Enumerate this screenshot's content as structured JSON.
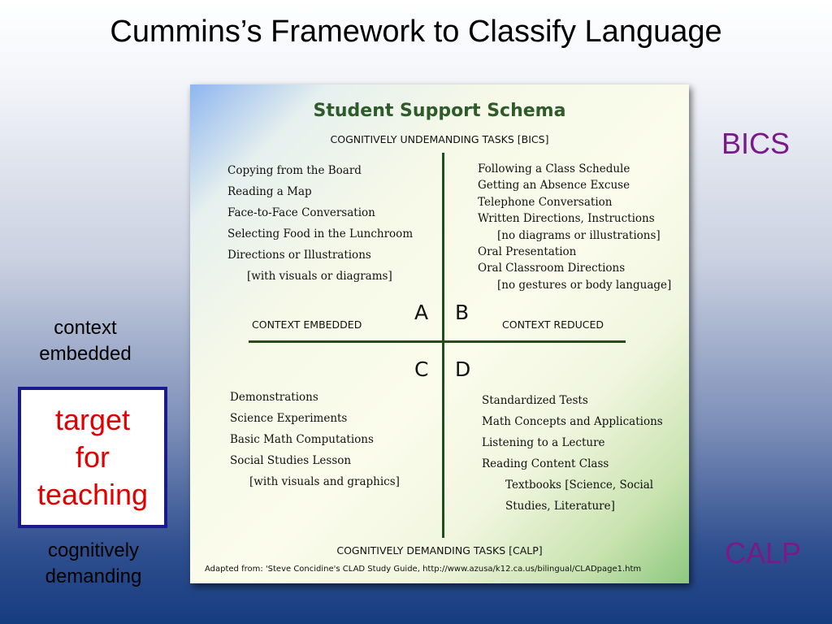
{
  "slide": {
    "title": "Cummins’s Framework to Classify Language",
    "bics_label": "BICS",
    "calp_label": "CALP",
    "context_embedded": [
      "context",
      "embedded"
    ],
    "cognitively_demanding": [
      "cognitively",
      "demanding"
    ],
    "target_box": [
      "target",
      "for",
      "teaching"
    ],
    "colors": {
      "side_labels": "#7a1a8a",
      "target_text": "#e00000",
      "target_border": "#1a1a8c"
    }
  },
  "schema": {
    "title": "Student Support Schema",
    "top_caption": "COGNITIVELY UNDEMANDING TASKS [BICS]",
    "bottom_caption": "COGNITIVELY DEMANDING TASKS [CALP]",
    "left_caption": "CONTEXT EMBEDDED",
    "right_caption": "CONTEXT REDUCED",
    "credit": "Adapted from: 'Steve Concidine's CLAD Study Guide, http://www.azusa/k12.ca.us/bilingual/CLADpage1.htm",
    "quadrant_letters": {
      "a": "A",
      "b": "B",
      "c": "C",
      "d": "D"
    },
    "quadrant_a": [
      "Copying from the Board",
      "Reading a Map",
      "Face-to-Face Conversation",
      "Selecting Food in the Lunchroom",
      "Directions or Illustrations",
      "[with visuals or diagrams]"
    ],
    "quadrant_b": [
      "Following a Class Schedule",
      "Getting an Absence Excuse",
      "Telephone Conversation",
      "Written Directions, Instructions",
      "[no diagrams or illustrations]",
      "Oral Presentation",
      "Oral Classroom Directions",
      "[no gestures or body language]"
    ],
    "quadrant_c": [
      "Demonstrations",
      "Science Experiments",
      "Basic Math Computations",
      "Social Studies Lesson",
      "[with visuals and graphics]"
    ],
    "quadrant_d": [
      "Standardized Tests",
      "Math Concepts and Applications",
      "Listening to a Lecture",
      "Reading Content Class",
      "Textbooks [Science, Social",
      "Studies, Literature]"
    ]
  }
}
